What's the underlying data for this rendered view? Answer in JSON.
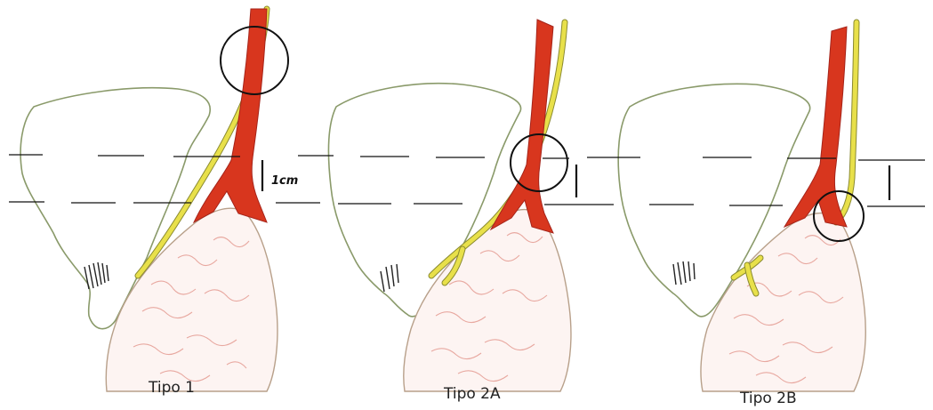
{
  "panels": [
    {
      "caption": "Tipo 1"
    },
    {
      "caption": "Tipo 2A"
    },
    {
      "caption": "Tipo 2B"
    }
  ],
  "measure_label": "1cm",
  "colors": {
    "artery": "#d8361e",
    "nerve": "#e8e04a",
    "outline": "#8a9a6a",
    "gland_lines": "#e8a8a0"
  }
}
